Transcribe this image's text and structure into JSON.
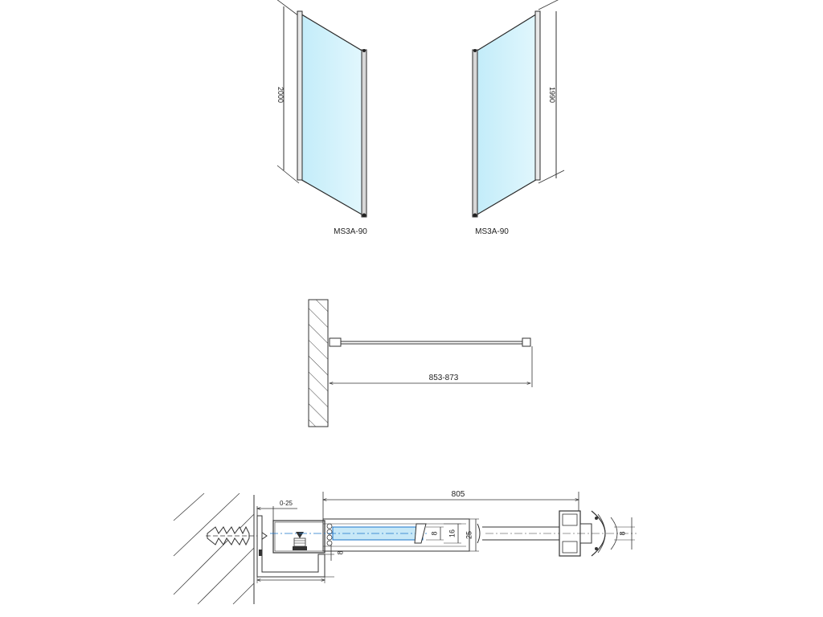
{
  "elevation": {
    "left_panel": {
      "model_label": "MS3A-90",
      "height_label": "2000"
    },
    "right_panel": {
      "model_label": "MS3A-90",
      "height_label": "1990"
    }
  },
  "plan_view": {
    "width_label": "853-873"
  },
  "profile_section": {
    "overall_label": "805",
    "adjust_label": "0-25",
    "glass_label": "8",
    "inner_label": "16",
    "outer_label": "25",
    "base_label": "8",
    "end_glass_label": "8"
  },
  "colors": {
    "glass": "#cdeefa",
    "line": "#2a2a2a",
    "accent": "#1a73c9"
  }
}
